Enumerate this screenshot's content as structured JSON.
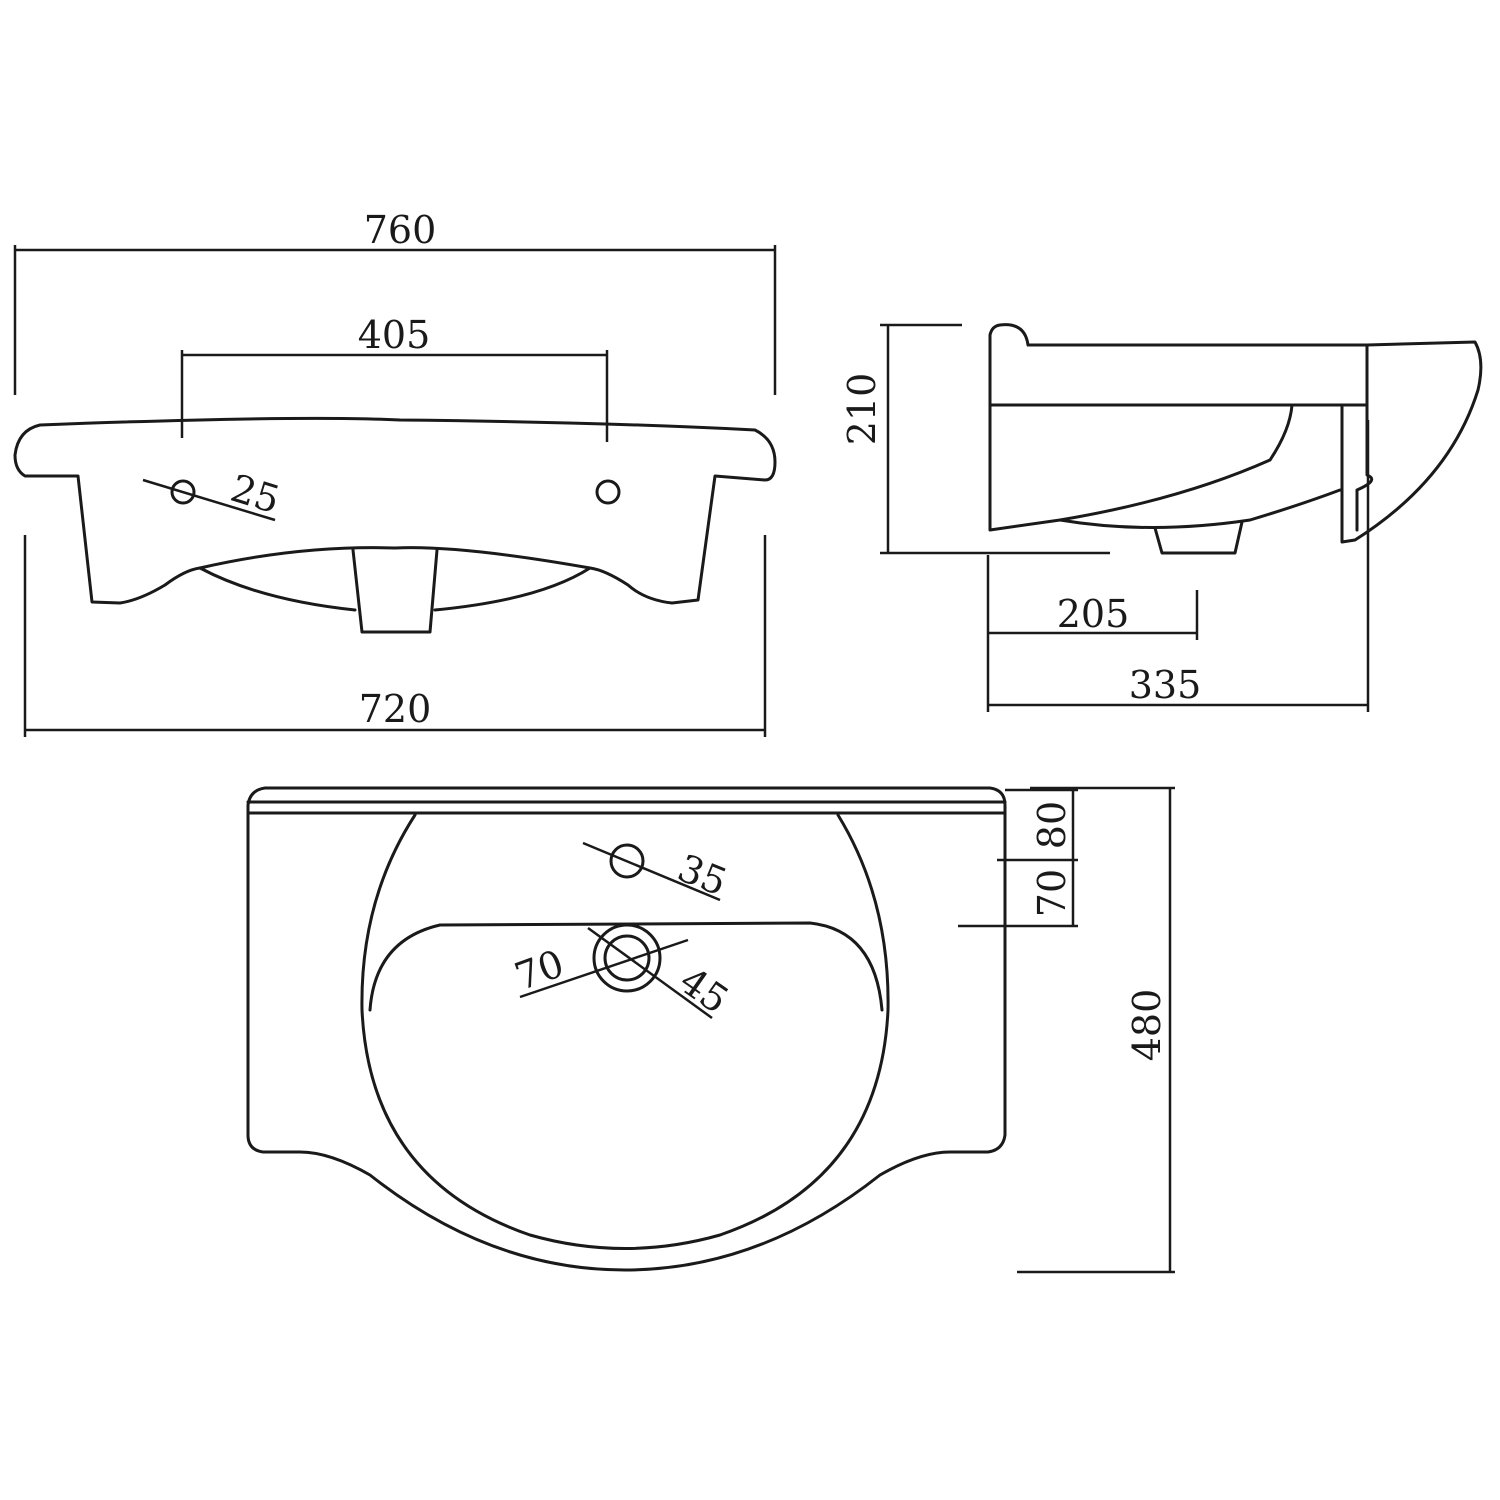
{
  "colors": {
    "line": "#1a1a1a",
    "background": "#ffffff"
  },
  "front_view": {
    "overall_width": "760",
    "tap_hole_spacing": "405",
    "tap_hole_diameter": "25",
    "base_width": "720"
  },
  "side_view": {
    "height": "210",
    "waste_offset": "205",
    "depth": "335"
  },
  "plan_view": {
    "tap_hole_diameter": "35",
    "back_to_tap_hole": "80",
    "tap_hole_to_basin": "70",
    "waste_outer_diameter": "70",
    "waste_inner_diameter": "45",
    "overall_depth": "480"
  }
}
